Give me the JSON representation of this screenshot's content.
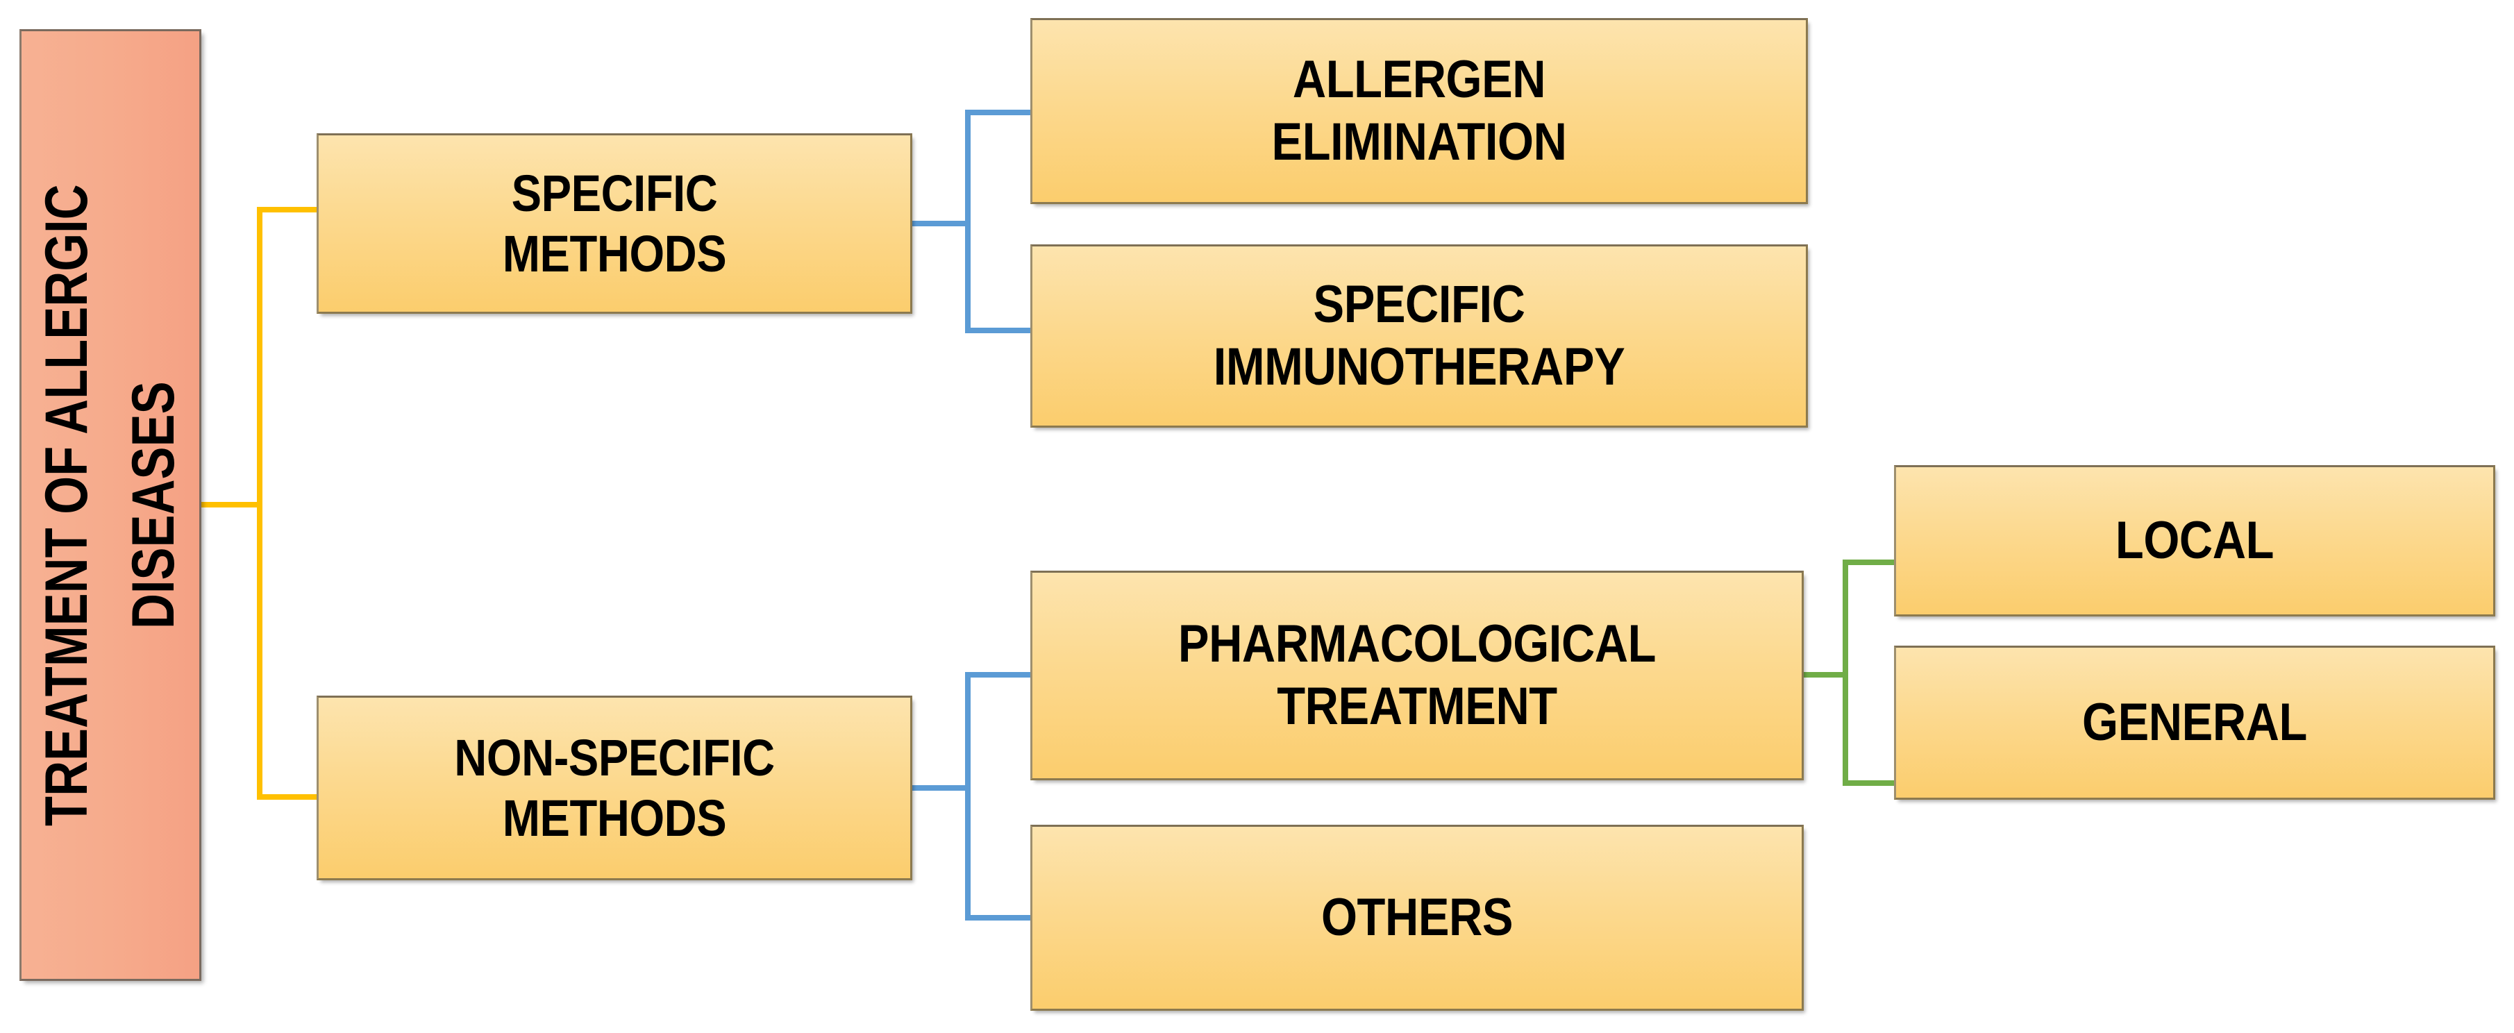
{
  "diagram": {
    "title": "Treatment of Allergic Diseases",
    "type": "hierarchical-flowchart",
    "orientation": "left-to-right",
    "root": {
      "id": "root",
      "lines": [
        "TREATMENT OF ALLERGIC",
        "DISEASES"
      ],
      "text_rotation_deg": -90,
      "fill": "#f6ab8c",
      "border": "#7a6a5e"
    },
    "nodes": [
      {
        "id": "specific-methods",
        "level": 1,
        "lines": [
          "SPECIFIC",
          "METHODS"
        ],
        "fill": "#fcd98f"
      },
      {
        "id": "allergen-elimination",
        "level": 2,
        "lines": [
          "ALLERGEN",
          "ELIMINATION"
        ],
        "fill": "#fcd98f"
      },
      {
        "id": "specific-immunotherapy",
        "level": 2,
        "lines": [
          "SPECIFIC",
          "IMMUNOTHERAPY"
        ],
        "fill": "#fcd98f"
      },
      {
        "id": "non-specific-methods",
        "level": 1,
        "lines": [
          "NON-SPECIFIC",
          "METHODS"
        ],
        "fill": "#fcd98f"
      },
      {
        "id": "pharmacological-treatment",
        "level": 2,
        "lines": [
          "PHARMACOLOGICAL",
          "TREATMENT"
        ],
        "fill": "#fcd98f"
      },
      {
        "id": "others",
        "level": 2,
        "lines": [
          "OTHERS"
        ],
        "fill": "#fcd98f"
      },
      {
        "id": "local",
        "level": 3,
        "lines": [
          "LOCAL"
        ],
        "fill": "#fcd98f"
      },
      {
        "id": "general",
        "level": 3,
        "lines": [
          "GENERAL"
        ],
        "fill": "#fcd98f"
      }
    ],
    "connectors": [
      {
        "id": "root-branch",
        "color": "#ffc000",
        "from": "root",
        "to": [
          "specific-methods",
          "non-specific-methods"
        ]
      },
      {
        "id": "specific-branch",
        "color": "#5b9bd5",
        "from": "specific-methods",
        "to": [
          "allergen-elimination",
          "specific-immunotherapy"
        ]
      },
      {
        "id": "non-specific-branch",
        "color": "#5b9bd5",
        "from": "non-specific-methods",
        "to": [
          "pharmacological-treatment",
          "others"
        ]
      },
      {
        "id": "pharmacological-branch",
        "color": "#70ad47",
        "from": "pharmacological-treatment",
        "to": [
          "local",
          "general"
        ]
      }
    ]
  }
}
